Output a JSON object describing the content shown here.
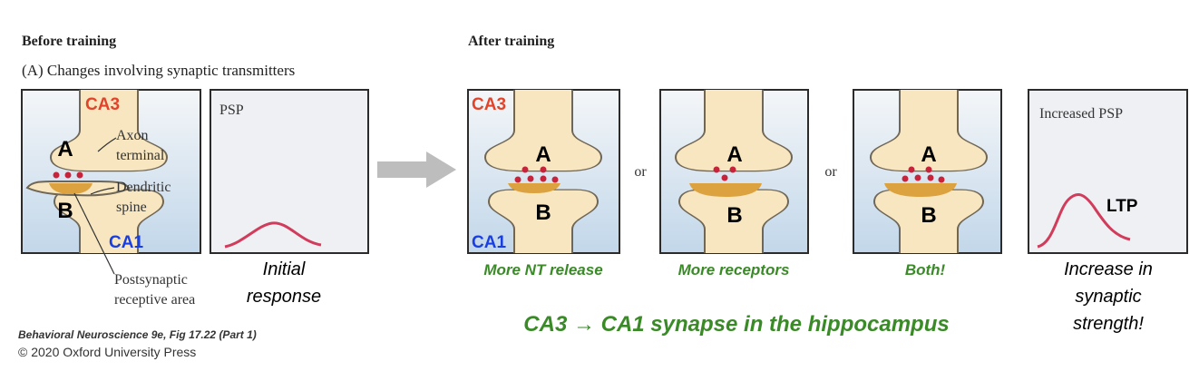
{
  "colors": {
    "panel_top": "#f4f6f8",
    "panel_bottom": "#c2d7ea",
    "neuron_fill": "#f7e6bf",
    "neuron_stroke": "#6f6656",
    "receptor": "#dca240",
    "vesicle": "#c7233b",
    "psp_curve": "#d23c5c",
    "ca3_red": "#e0442b",
    "ca1_blue": "#1a3fe0",
    "green_caption": "#3a8a28",
    "arrow_gray": "#bdbdbd"
  },
  "header": {
    "before": "Before training",
    "after": "After training",
    "panel_a": "(A)  Changes involving synaptic transmitters"
  },
  "labels": {
    "ca3": "CA3",
    "ca1": "CA1",
    "a": "A",
    "b": "B",
    "axon_terminal_1": "Axon",
    "axon_terminal_2": "terminal",
    "dendritic_spine_1": "Dendritic",
    "dendritic_spine_2": "spine",
    "postsynaptic_1": "Postsynaptic",
    "postsynaptic_2": "receptive area",
    "or": "or"
  },
  "graphs": {
    "psp": "PSP",
    "increased_psp": "Increased PSP",
    "ltp": "LTP",
    "initial_1": "Initial",
    "initial_2": "response",
    "increase_1": "Increase in",
    "increase_2": "synaptic",
    "increase_3": "strength!"
  },
  "captions": {
    "more_nt": "More NT release",
    "more_receptors": "More receptors",
    "both": "Both!",
    "main": "CA3 → CA1 synapse in the hippocampus"
  },
  "credit": {
    "line1": "Behavioral Neuroscience 9e, Fig 17.22 (Part 1)",
    "line2": "© 2020 Oxford University Press"
  }
}
